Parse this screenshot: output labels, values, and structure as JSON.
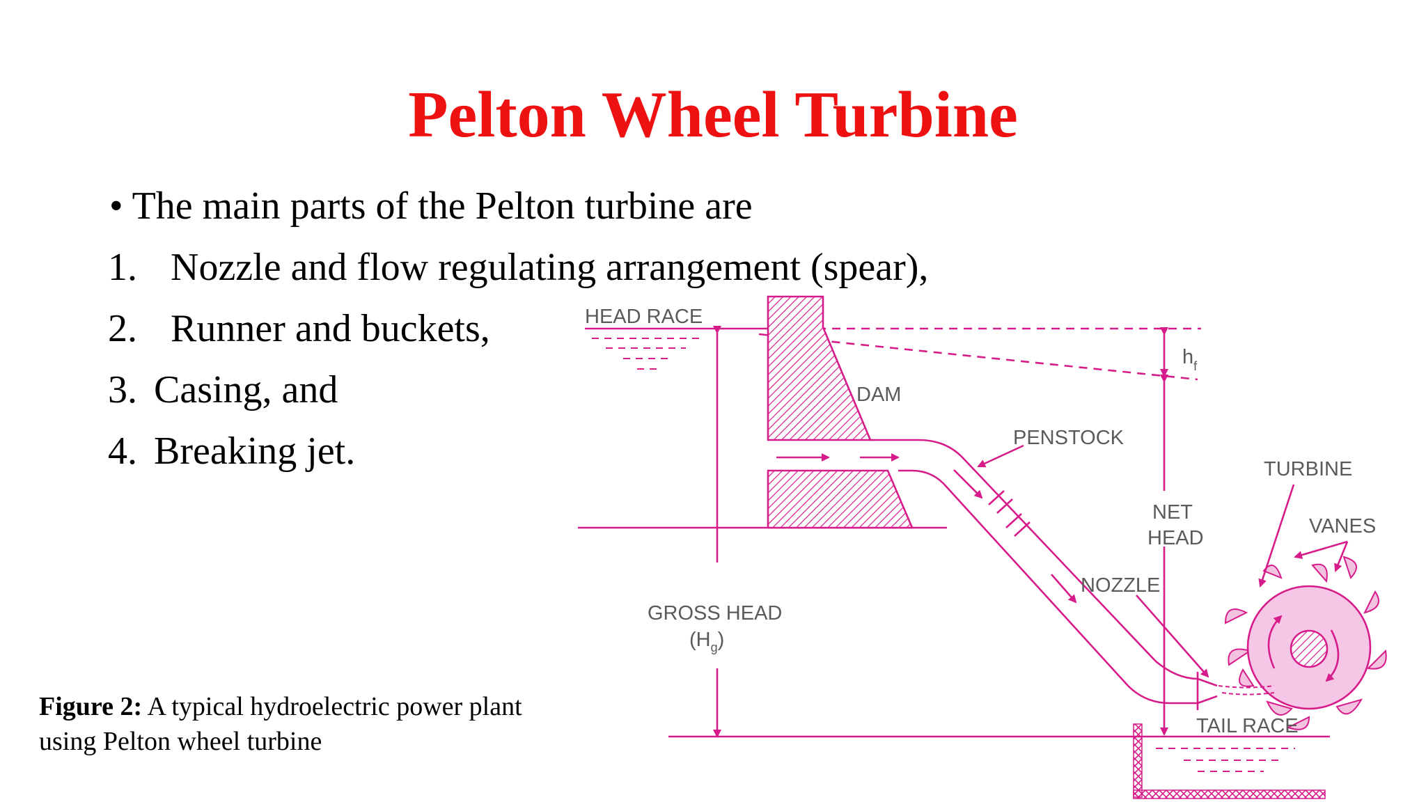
{
  "title": "Pelton Wheel Turbine",
  "intro": "• The main parts of the Pelton turbine are",
  "parts": [
    {
      "num": "1.",
      "text": "Nozzle and flow regulating arrangement (spear),"
    },
    {
      "num": "2.",
      "text": "Runner and buckets,"
    },
    {
      "num": "3.",
      "text": "Casing, and"
    },
    {
      "num": "4.",
      "text": "Breaking jet."
    }
  ],
  "caption": {
    "bold": "Figure 2:",
    "text": " A typical hydroelectric power plant",
    "line2": "using Pelton wheel turbine"
  },
  "diagram": {
    "head_race": "HEAD RACE",
    "dam": "DAM",
    "penstock": "PENSTOCK",
    "hf_main": "h",
    "hf_sub": "f",
    "turbine": "TURBINE",
    "vanes": "VANES",
    "net_head_1": "NET",
    "net_head_2": "HEAD",
    "nozzle": "NOZZLE",
    "gross_head": "GROSS HEAD",
    "gross_head_sym_open": "(H",
    "gross_head_sym_sub": "g",
    "gross_head_sym_close": ")",
    "tail_race": "TAIL RACE",
    "line_color": "#d61b8a",
    "label_color": "#5a5a5a"
  }
}
